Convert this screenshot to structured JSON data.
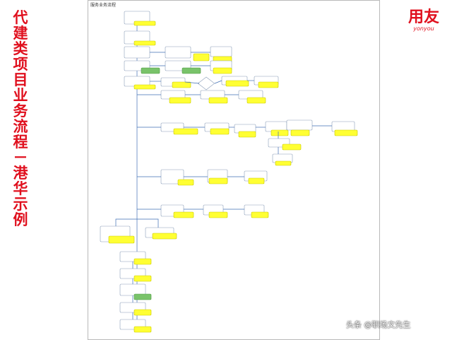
{
  "side_title": "代建类项目业务流程－港华示例",
  "logo": {
    "main": "用友",
    "sub": "yonyou"
  },
  "diagram": {
    "title": "服务业务流程"
  },
  "watermark": "头条 @职场文先生",
  "colors": {
    "title_red": "#e0101e",
    "box_border": "#8a9db8",
    "box_fill": "#ffffff",
    "note_yellow": "#ffff33",
    "note_green": "#79c36a",
    "line_blue": "#3f6fb5"
  }
}
